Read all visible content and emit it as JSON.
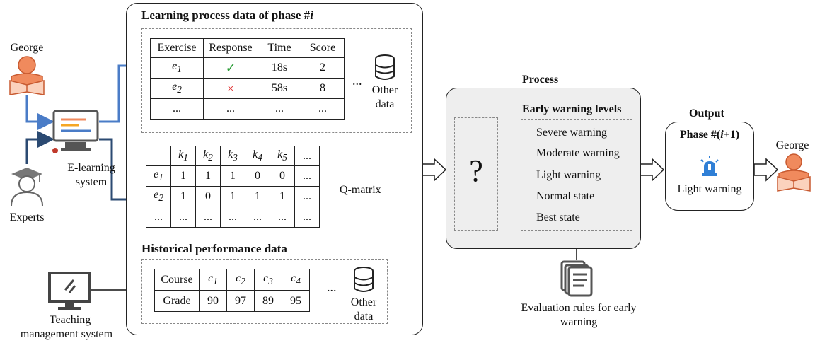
{
  "people": {
    "student_top": "George",
    "experts": "Experts",
    "elearning": "E-learning system",
    "teaching_line1": "Teaching",
    "teaching_line2": "management system",
    "student_output": "George"
  },
  "phase_panel": {
    "title": "Learning process data of phase #i",
    "exercise_table": {
      "headers": [
        "Exercise",
        "Response",
        "Time",
        "Score"
      ],
      "rows": [
        {
          "exercise": "e1",
          "response": "✓",
          "time": "18s",
          "score": "2"
        },
        {
          "exercise": "e2",
          "response": "×",
          "time": "58s",
          "score": "8"
        },
        {
          "exercise": "...",
          "response": "...",
          "time": "...",
          "score": "..."
        }
      ]
    },
    "ellipsis": "...",
    "other_data": "Other data",
    "qmatrix": {
      "label": "Q-matrix",
      "col_headers": [
        "",
        "k1",
        "k2",
        "k3",
        "k4",
        "k5",
        "..."
      ],
      "rows": [
        [
          "e1",
          "1",
          "1",
          "1",
          "0",
          "0",
          "..."
        ],
        [
          "e2",
          "1",
          "0",
          "1",
          "1",
          "1",
          "..."
        ],
        [
          "...",
          "...",
          "...",
          "...",
          "...",
          "...",
          "..."
        ]
      ]
    },
    "historical_title": "Historical performance data",
    "course_table": {
      "headers": [
        "Course",
        "c1",
        "c2",
        "c3",
        "c4"
      ],
      "row": [
        "Grade",
        "90",
        "97",
        "89",
        "95"
      ]
    },
    "ellipsis2": "...",
    "other_data2": "Other data"
  },
  "process": {
    "title": "Process",
    "question": "?",
    "levels_title": "Early warning levels",
    "levels": [
      "Severe warning",
      "Moderate warning",
      "Light warning",
      "Normal state",
      "Best state"
    ],
    "rules_line1": "Evaluation rules for early",
    "rules_line2": "warning"
  },
  "output": {
    "title": "Output",
    "phase": "Phase #(i+1)",
    "result": "Light warning"
  },
  "colors": {
    "blue_arrow": "#4a7cc7",
    "navy_arrow": "#2b4a72",
    "orange_person": "#f08a5d",
    "check": "#2e9e3a",
    "cross": "#e03030",
    "alarm": "#2f7fd6"
  }
}
